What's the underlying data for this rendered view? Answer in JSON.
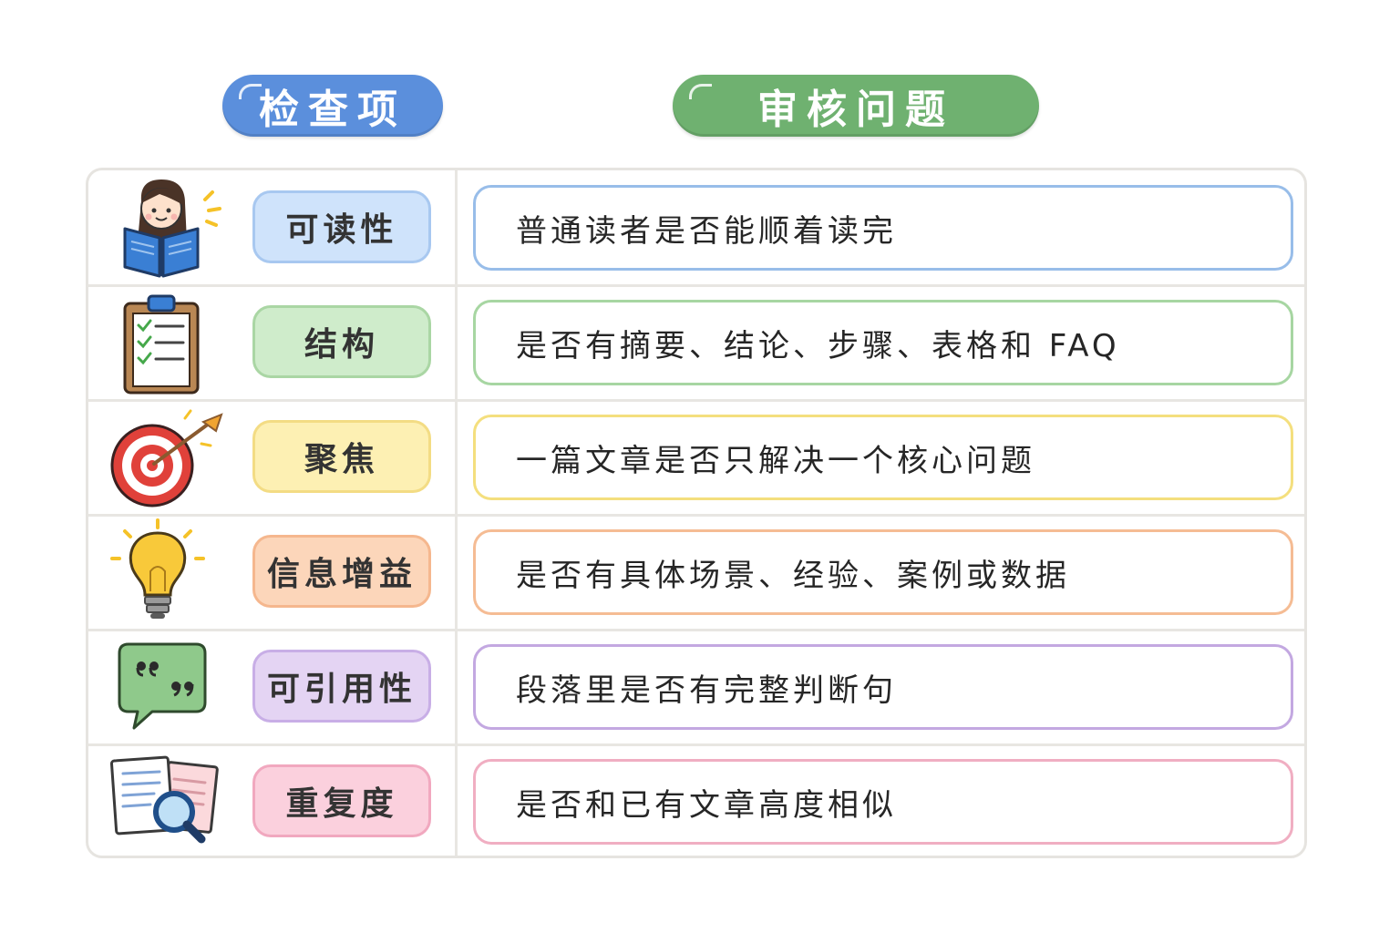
{
  "header": {
    "check_label": "检查项",
    "review_label": "审核问题"
  },
  "rows": [
    {
      "label": "可读性",
      "question": "普通读者是否能顺着读完",
      "icon": "reader-icon",
      "pill_bg": "#cfe3fb",
      "pill_border": "#a8c8f0",
      "box_border": "#98bde9"
    },
    {
      "label": "结构",
      "question": "是否有摘要、结论、步骤、表格和 FAQ",
      "icon": "clipboard-checklist-icon",
      "pill_bg": "#cfeccb",
      "pill_border": "#aad6a4",
      "box_border": "#a7d6a2"
    },
    {
      "label": "聚焦",
      "question": "一篇文章是否只解决一个核心问题",
      "icon": "target-icon",
      "pill_bg": "#fdf0b3",
      "pill_border": "#f3dc84",
      "box_border": "#f4df7e"
    },
    {
      "label": "信息增益",
      "question": "是否有具体场景、经验、案例或数据",
      "icon": "lightbulb-icon",
      "pill_bg": "#fcd6ba",
      "pill_border": "#f5b78e",
      "box_border": "#f5bc94"
    },
    {
      "label": "可引用性",
      "question": "段落里是否有完整判断句",
      "icon": "quote-bubble-icon",
      "pill_bg": "#e4d4f3",
      "pill_border": "#c8aee6",
      "box_border": "#c3a8e1"
    },
    {
      "label": "重复度",
      "question": "是否和已有文章高度相似",
      "icon": "documents-magnifier-icon",
      "pill_bg": "#fbd0dd",
      "pill_border": "#f1a8bf",
      "box_border": "#f0aec2"
    }
  ]
}
